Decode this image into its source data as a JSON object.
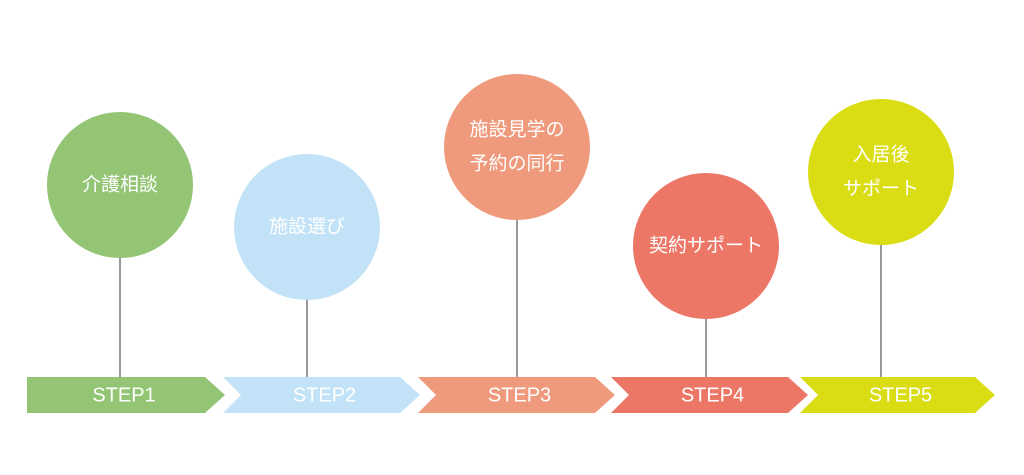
{
  "steps": [
    {
      "step_label": "STEP1",
      "lines": [
        "介護相談"
      ],
      "color": "#93c575"
    },
    {
      "step_label": "STEP2",
      "lines": [
        "施設選び"
      ],
      "color": "#c2e3f7"
    },
    {
      "step_label": "STEP3",
      "lines": [
        "施設見学の",
        "予約の同行"
      ],
      "color": "#ef9a7c"
    },
    {
      "step_label": "STEP4",
      "lines": [
        "契約サポート"
      ],
      "color": "#ec7767"
    },
    {
      "step_label": "STEP5",
      "lines": [
        "入居後",
        "サポート"
      ],
      "color": "#dadd13"
    }
  ],
  "connector_color": "#9a9a9a"
}
